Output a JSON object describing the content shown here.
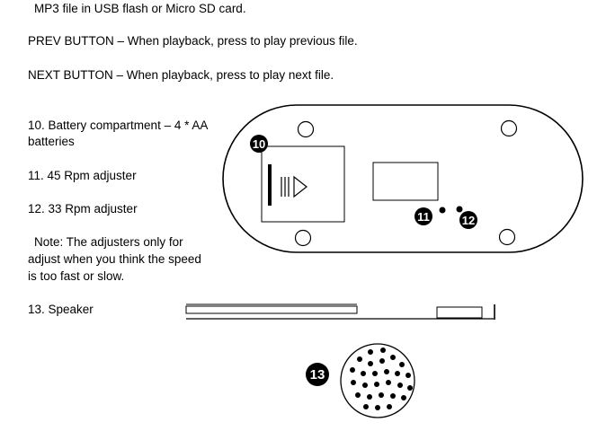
{
  "doc": {
    "line_mp3": "MP3 file in USB flash or Micro SD card.",
    "prev_button": "PREV BUTTON – When playback, press to play previous file.",
    "next_button": "NEXT BUTTON – When playback, press to play next file.",
    "item10_line1": "10. Battery compartment – 4 * AA",
    "item10_line2": "batteries",
    "item11": "11. 45 Rpm adjuster",
    "item12": "12. 33 Rpm adjuster",
    "note_line1": "Note: The adjusters only for",
    "note_line2": "adjust when you think the speed",
    "note_line3": "is too fast or slow.",
    "item13": "13. Speaker"
  },
  "callouts": {
    "c10": "10",
    "c11": "11",
    "c12": "12",
    "c13": "13"
  }
}
